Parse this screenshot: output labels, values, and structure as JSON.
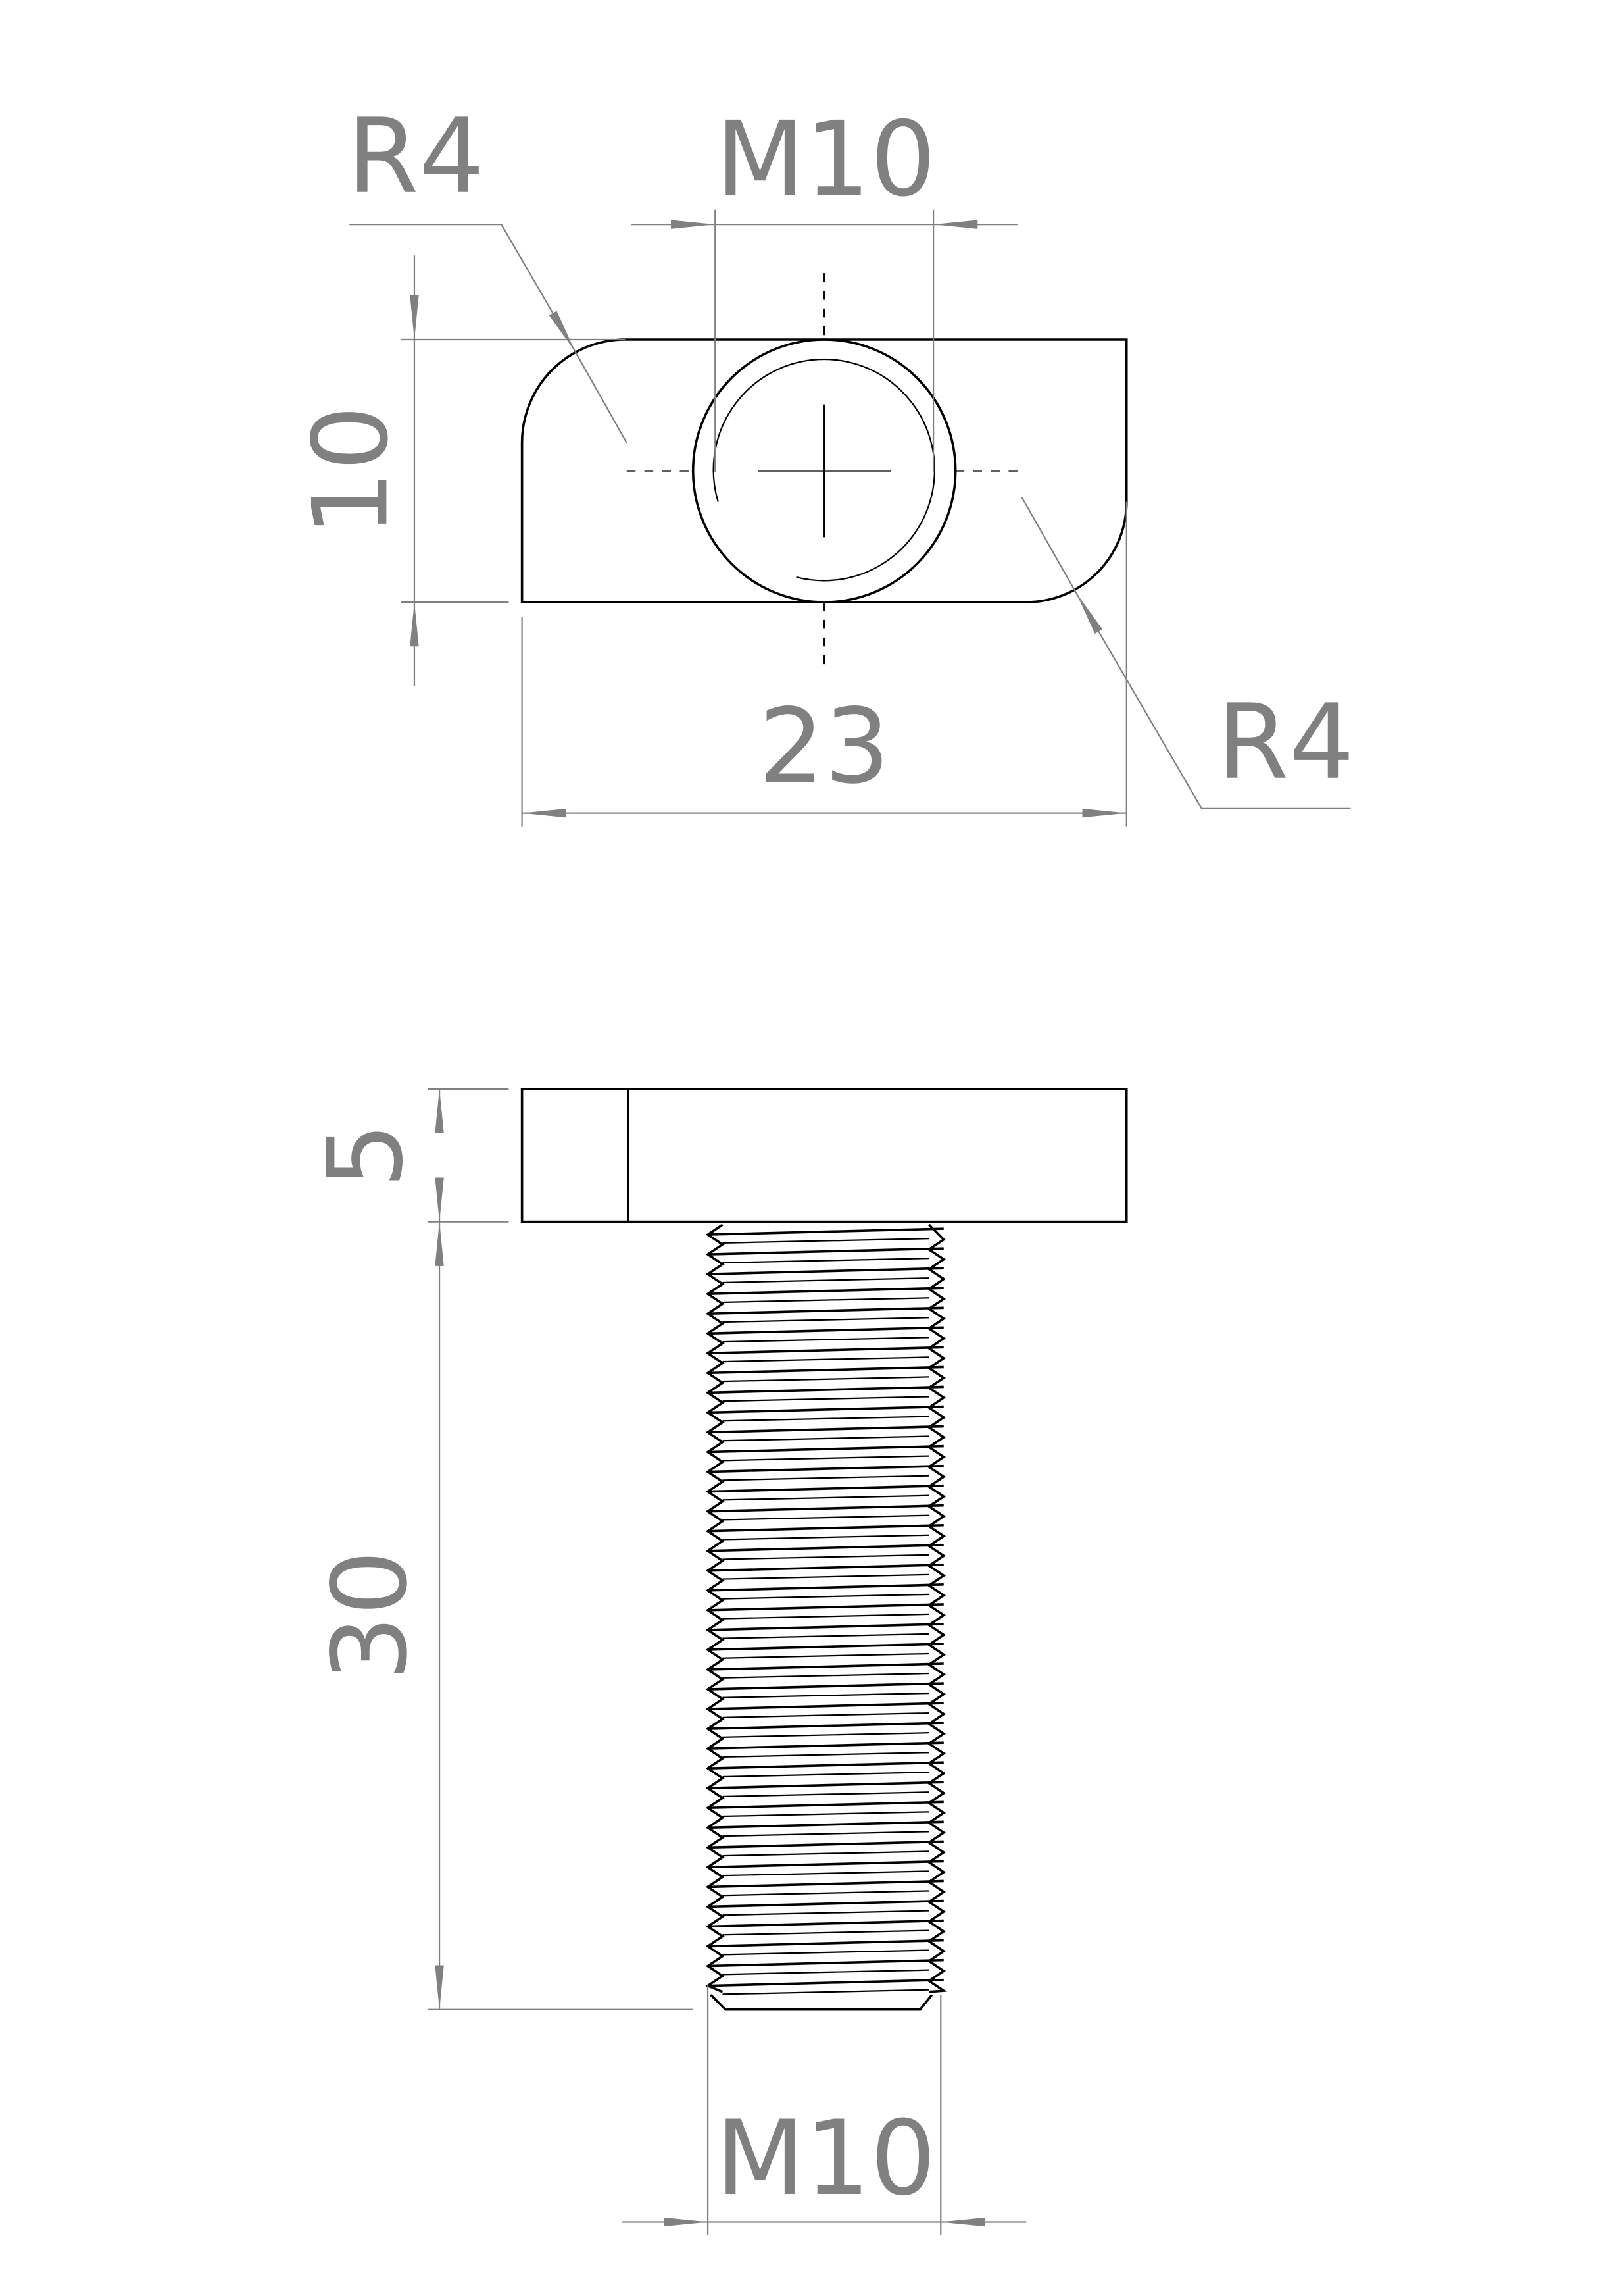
{
  "drawing": {
    "top_view": {
      "thread_label": "M10",
      "radius_label_left": "R4",
      "radius_label_right": "R4",
      "height_label": "10",
      "width_label": "23"
    },
    "side_view": {
      "head_height_label": "5",
      "thread_length_label": "30",
      "thread_label": "M10"
    },
    "colors": {
      "outline": "#000000",
      "dimension": "#808080"
    }
  }
}
